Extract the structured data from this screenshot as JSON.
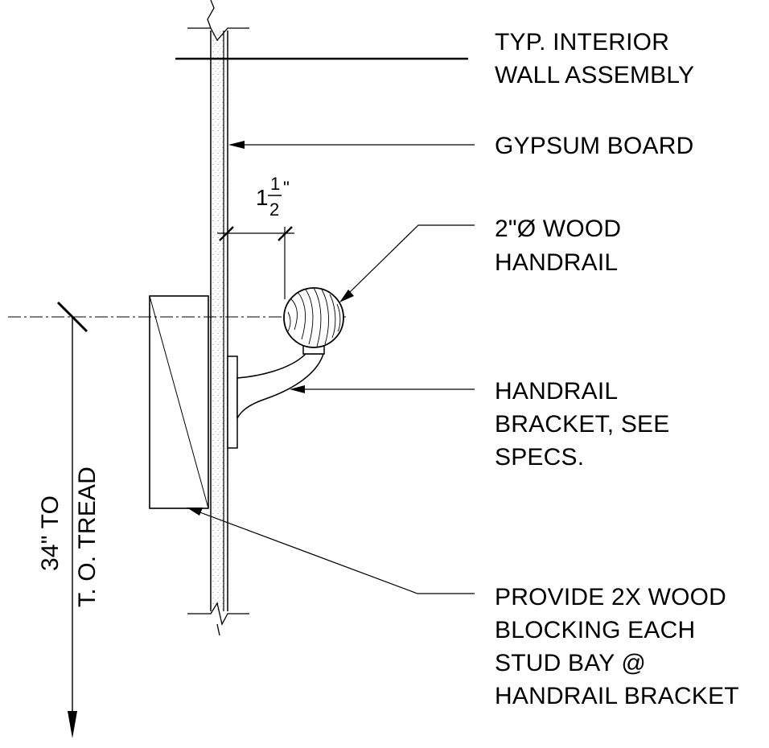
{
  "labels": {
    "wall_assembly": [
      "TYP. INTERIOR",
      "WALL ASSEMBLY"
    ],
    "gypsum": [
      "GYPSUM BOARD"
    ],
    "handrail": [
      "2\"Ø WOOD",
      "HANDRAIL"
    ],
    "bracket": [
      "HANDRAIL",
      "BRACKET, SEE",
      "SPECS."
    ],
    "blocking": [
      "PROVIDE 2X  WOOD",
      "BLOCKING EACH",
      "STUD BAY @",
      "HANDRAIL BRACKET"
    ]
  },
  "dimension": {
    "whole": "1",
    "numerator": "1",
    "denominator": "2",
    "unit": "\""
  },
  "height_dim": {
    "line1": "34\" TO",
    "line2": "T. O. TREAD"
  }
}
